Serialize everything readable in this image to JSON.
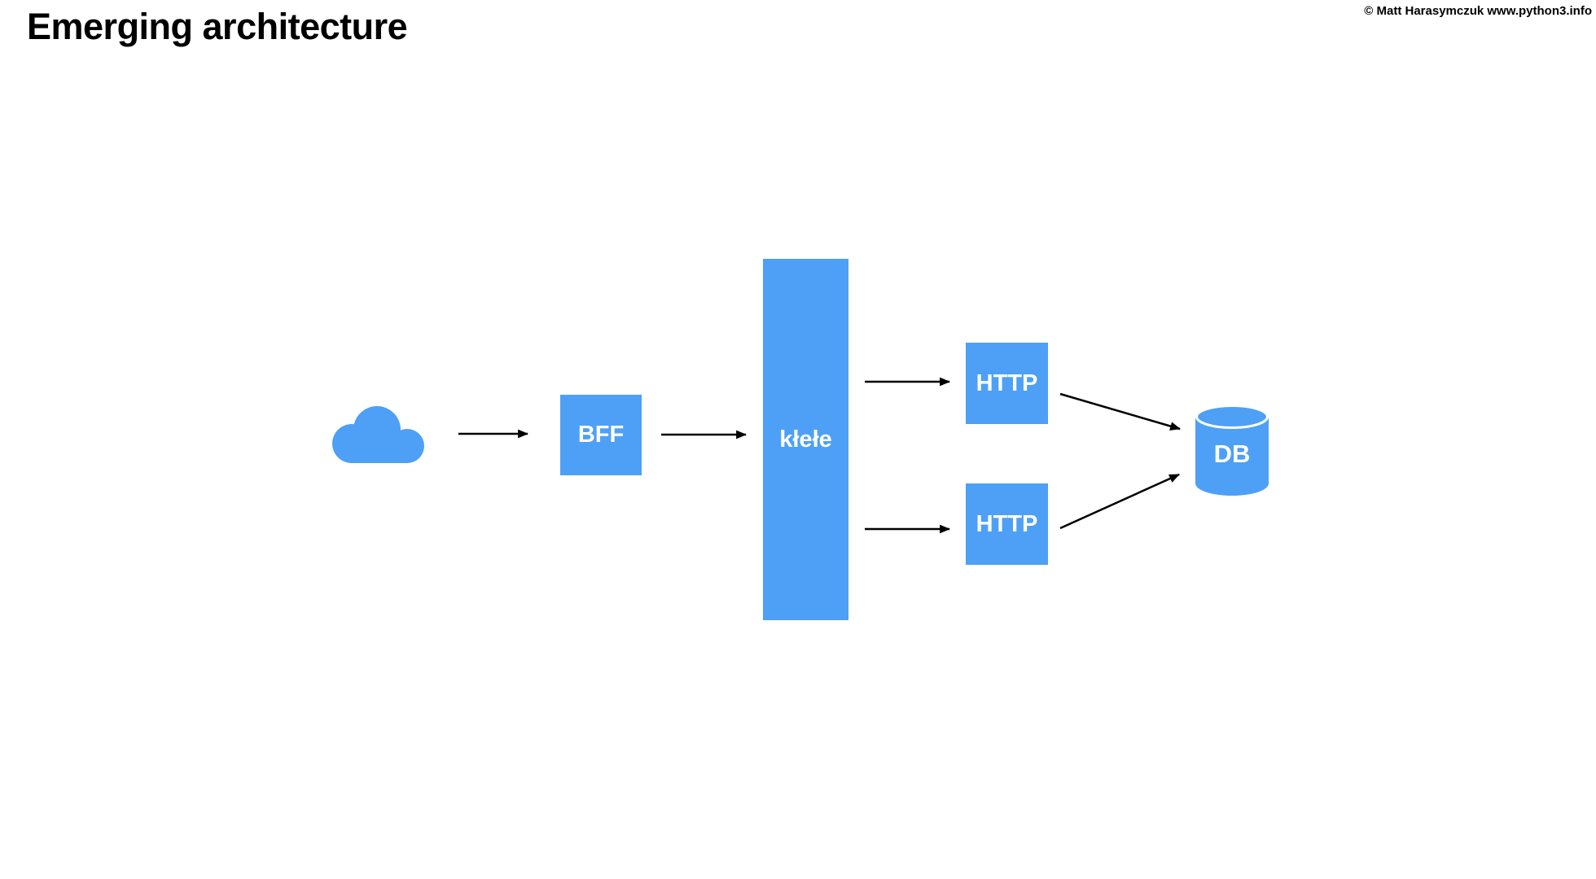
{
  "page": {
    "title": "Emerging architecture",
    "copyright": "© Matt Harasymczuk www.python3.info"
  },
  "colors": {
    "node_blue": "#4DA0F5",
    "node_text": "#FFFFFF",
    "arrow": "#000000",
    "title_text": "#000000",
    "background": "#FFFFFF"
  },
  "diagram": {
    "nodes": [
      {
        "id": "cloud",
        "label": "",
        "icon": "cloud-icon"
      },
      {
        "id": "bff",
        "label": "BFF"
      },
      {
        "id": "klele",
        "label": "kłełe"
      },
      {
        "id": "http-1",
        "label": "HTTP"
      },
      {
        "id": "http-2",
        "label": "HTTP"
      },
      {
        "id": "db",
        "label": "DB",
        "icon": "database-cylinder-icon"
      }
    ],
    "edges": [
      {
        "from": "cloud",
        "to": "bff"
      },
      {
        "from": "bff",
        "to": "klele"
      },
      {
        "from": "klele",
        "to": "http-1"
      },
      {
        "from": "klele",
        "to": "http-2"
      },
      {
        "from": "http-1",
        "to": "db"
      },
      {
        "from": "http-2",
        "to": "db"
      }
    ]
  }
}
